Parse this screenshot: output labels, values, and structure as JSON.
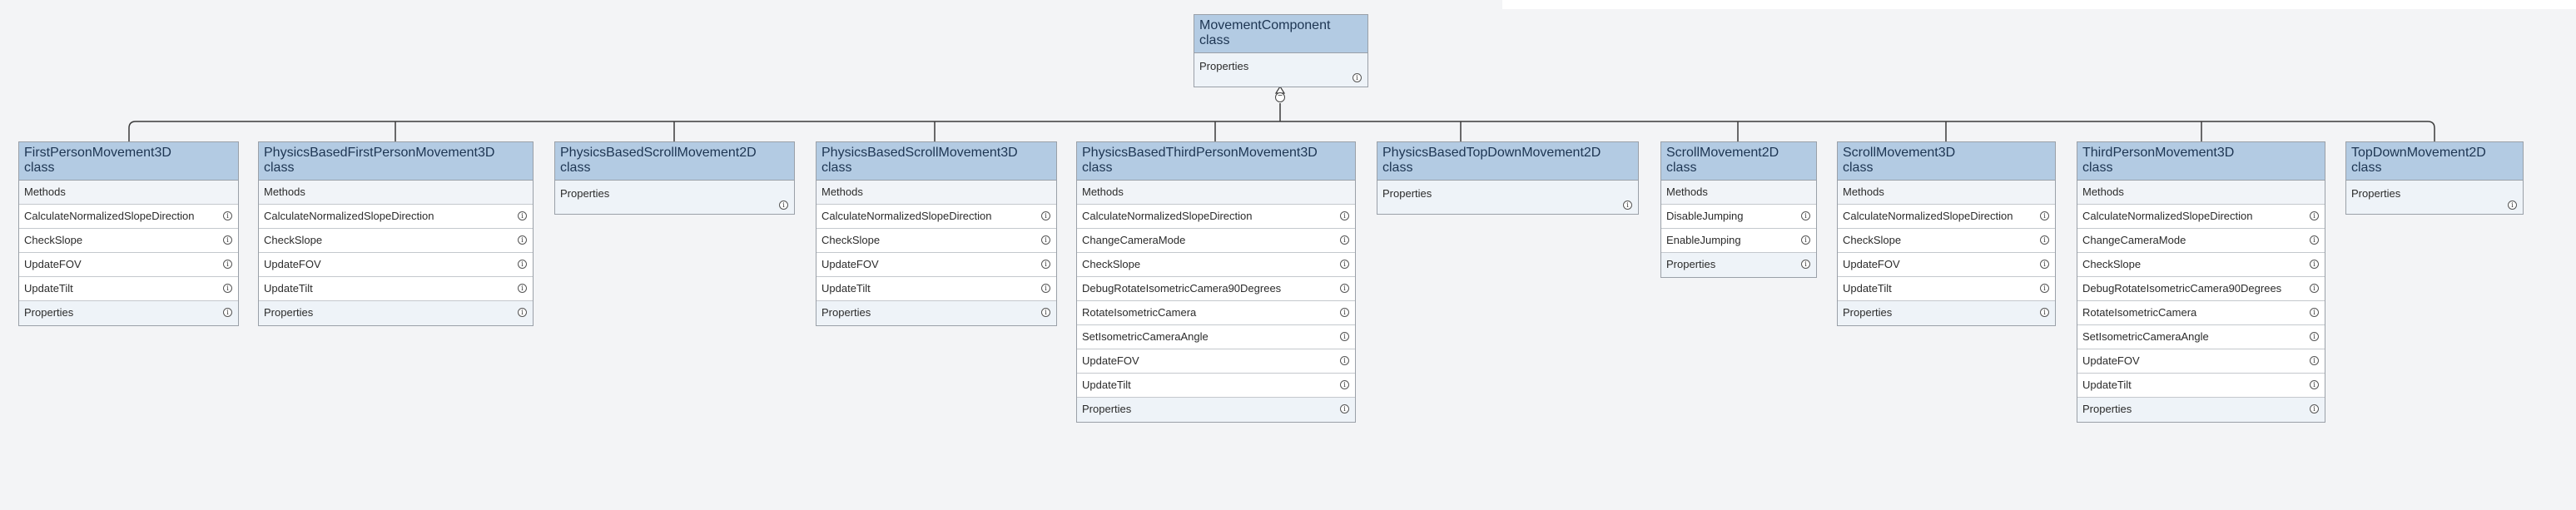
{
  "diagram": {
    "root": {
      "name": "MovementComponent",
      "kind": "class",
      "properties_label": "Properties"
    },
    "children": [
      {
        "name": "FirstPersonMovement3D",
        "kind": "class",
        "methods_label": "Methods",
        "methods": [
          "CalculateNormalizedSlopeDirection",
          "CheckSlope",
          "UpdateFOV",
          "UpdateTilt"
        ],
        "properties_label": "Properties"
      },
      {
        "name": "PhysicsBasedFirstPersonMovement3D",
        "kind": "class",
        "methods_label": "Methods",
        "methods": [
          "CalculateNormalizedSlopeDirection",
          "CheckSlope",
          "UpdateFOV",
          "UpdateTilt"
        ],
        "properties_label": "Properties"
      },
      {
        "name": "PhysicsBasedScrollMovement2D",
        "kind": "class",
        "methods_label": "",
        "methods": [],
        "properties_label": "Properties"
      },
      {
        "name": "PhysicsBasedScrollMovement3D",
        "kind": "class",
        "methods_label": "Methods",
        "methods": [
          "CalculateNormalizedSlopeDirection",
          "CheckSlope",
          "UpdateFOV",
          "UpdateTilt"
        ],
        "properties_label": "Properties"
      },
      {
        "name": "PhysicsBasedThirdPersonMovement3D",
        "kind": "class",
        "methods_label": "Methods",
        "methods": [
          "CalculateNormalizedSlopeDirection",
          "ChangeCameraMode",
          "CheckSlope",
          "DebugRotateIsometricCamera90Degrees",
          "RotateIsometricCamera",
          "SetIsometricCameraAngle",
          "UpdateFOV",
          "UpdateTilt"
        ],
        "properties_label": "Properties"
      },
      {
        "name": "PhysicsBasedTopDownMovement2D",
        "kind": "class",
        "methods_label": "",
        "methods": [],
        "properties_label": "Properties"
      },
      {
        "name": "ScrollMovement2D",
        "kind": "class",
        "methods_label": "Methods",
        "methods": [
          "DisableJumping",
          "EnableJumping"
        ],
        "properties_label": "Properties"
      },
      {
        "name": "ScrollMovement3D",
        "kind": "class",
        "methods_label": "Methods",
        "methods": [
          "CalculateNormalizedSlopeDirection",
          "CheckSlope",
          "UpdateFOV",
          "UpdateTilt"
        ],
        "properties_label": "Properties"
      },
      {
        "name": "ThirdPersonMovement3D",
        "kind": "class",
        "methods_label": "Methods",
        "methods": [
          "CalculateNormalizedSlopeDirection",
          "ChangeCameraMode",
          "CheckSlope",
          "DebugRotateIsometricCamera90Degrees",
          "RotateIsometricCamera",
          "SetIsometricCameraAngle",
          "UpdateFOV",
          "UpdateTilt"
        ],
        "properties_label": "Properties"
      },
      {
        "name": "TopDownMovement2D",
        "kind": "class",
        "methods_label": "",
        "methods": [],
        "properties_label": "Properties"
      }
    ],
    "icons": {
      "info": "info-icon",
      "collapse": "collapse-icon",
      "arrow": "inheritance-arrow-icon"
    },
    "colors": {
      "header": "#b3cbe3",
      "line": "#3a3a3a",
      "background": "#f3f4f6"
    }
  }
}
